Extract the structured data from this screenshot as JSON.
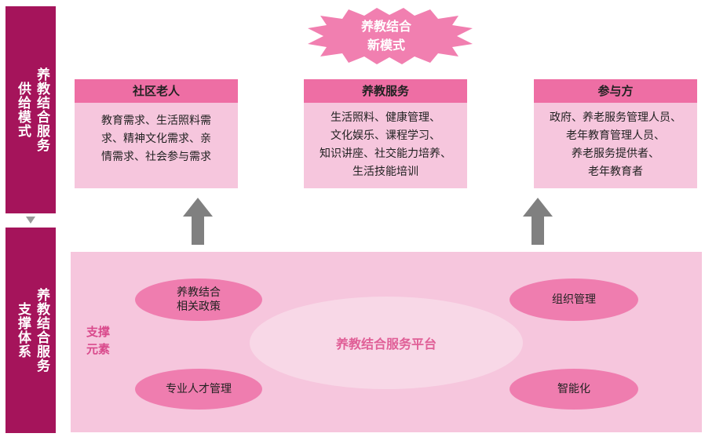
{
  "sidebar": {
    "top": {
      "col1": "养教结合服务",
      "col2": "供给模式"
    },
    "bottom": {
      "col1": "养教结合服务",
      "col2": "支撑体系"
    }
  },
  "header": {
    "line1": "养教结合",
    "line2": "新模式"
  },
  "boxes": [
    {
      "title": "社区老人",
      "lines": [
        "教育需求、生活照料需",
        "求、精神文化需求、亲",
        "情需求、社会参与需求"
      ]
    },
    {
      "title": "养教服务",
      "lines": [
        "生活照料、健康管理、",
        "文化娱乐、课程学习、",
        "知识讲座、社交能力培养、",
        "生活技能培训"
      ]
    },
    {
      "title": "参与方",
      "lines": [
        "政府、养老服务管理人员、",
        "老年教育管理人员、",
        "养老服务提供者、",
        "老年教育者"
      ]
    }
  ],
  "support": {
    "label_line1": "支撑",
    "label_line2": "元素",
    "policy_line1": "养教结合",
    "policy_line2": "相关政策",
    "organization": "组织管理",
    "talent": "专业人才管理",
    "smart": "智能化",
    "platform": "养教结合服务平台"
  },
  "colors": {
    "sidebar": "#a5145b",
    "box_header": "#ee6ea4",
    "box_body": "#f6c6dd",
    "ellipse": "#ef7daf",
    "platform": "#f8d8e7",
    "arrow": "#808080"
  }
}
